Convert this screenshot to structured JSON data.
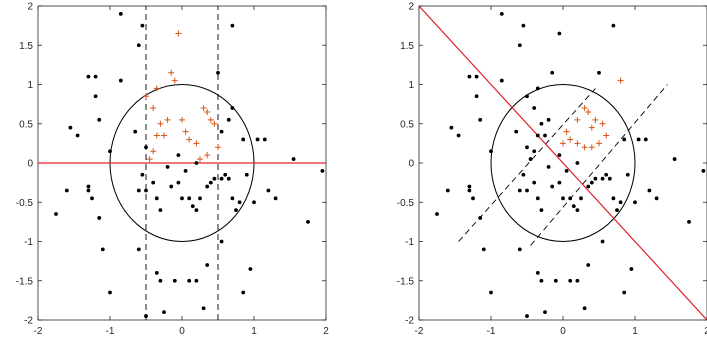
{
  "chart_data": [
    {
      "type": "scatter",
      "xlim": [
        -2,
        2
      ],
      "ylim": [
        -2,
        2
      ],
      "xticks": [
        -2,
        -1,
        0,
        1,
        2
      ],
      "yticks": [
        -2,
        -1.5,
        -1,
        -0.5,
        0,
        0.5,
        1,
        1.5,
        2
      ],
      "xtick_labels": [
        "-2",
        "-1",
        "0",
        "1",
        "2"
      ],
      "ytick_labels": [
        "-2",
        "-1.5",
        "-1",
        "-0.5",
        "0",
        "0.5",
        "1",
        "1.5",
        "2"
      ],
      "grid": false,
      "colors": {
        "points": "#000000",
        "plus": "#d9541a",
        "line": "#e0202a",
        "circle": "#000000",
        "dashed": "#000000"
      },
      "circle": {
        "center": [
          0,
          0
        ],
        "radius": 1
      },
      "solid_line": {
        "x": [
          -2,
          2
        ],
        "y": [
          0,
          0
        ]
      },
      "dashed_lines": [
        {
          "x": [
            -0.5,
            -0.5
          ],
          "y": [
            -2,
            2
          ]
        },
        {
          "x": [
            0.5,
            0.5
          ],
          "y": [
            -2,
            2
          ]
        }
      ],
      "series": [
        {
          "marker": "dot",
          "points": [
            [
              -0.85,
              1.9
            ],
            [
              -0.6,
              1.5
            ],
            [
              -0.55,
              1.75
            ],
            [
              0.5,
              1.15
            ],
            [
              0.7,
              1.75
            ],
            [
              -1.3,
              1.1
            ],
            [
              -1.2,
              1.1
            ],
            [
              -0.85,
              1.05
            ],
            [
              -1.15,
              0.55
            ],
            [
              -1.2,
              0.85
            ],
            [
              -1.55,
              0.45
            ],
            [
              -1.45,
              0.35
            ],
            [
              -1.6,
              -0.35
            ],
            [
              -1.75,
              -0.65
            ],
            [
              -1.3,
              -0.3
            ],
            [
              -1.3,
              -0.35
            ],
            [
              -1.25,
              -0.45
            ],
            [
              -1.15,
              -0.7
            ],
            [
              -1.1,
              -1.1
            ],
            [
              -1.0,
              0.15
            ],
            [
              -0.55,
              -0.15
            ],
            [
              -0.5,
              0.2
            ],
            [
              -0.65,
              0.4
            ],
            [
              -0.6,
              -0.35
            ],
            [
              -0.5,
              -0.35
            ],
            [
              -0.4,
              -0.25
            ],
            [
              -0.35,
              -0.45
            ],
            [
              -0.3,
              -0.6
            ],
            [
              -0.15,
              -0.3
            ],
            [
              -0.05,
              -0.25
            ],
            [
              0.0,
              -0.45
            ],
            [
              0.1,
              -0.45
            ],
            [
              0.15,
              -0.55
            ],
            [
              0.2,
              -0.6
            ],
            [
              0.25,
              -0.45
            ],
            [
              0.35,
              -0.3
            ],
            [
              0.4,
              -0.25
            ],
            [
              0.45,
              -0.2
            ],
            [
              0.55,
              -0.2
            ],
            [
              0.6,
              -0.15
            ],
            [
              0.65,
              -0.2
            ],
            [
              0.7,
              -0.45
            ],
            [
              0.75,
              -0.6
            ],
            [
              0.8,
              -0.5
            ],
            [
              0.55,
              0.4
            ],
            [
              0.65,
              0.55
            ],
            [
              0.7,
              0.7
            ],
            [
              0.85,
              0.3
            ],
            [
              0.9,
              -0.15
            ],
            [
              1.0,
              -0.5
            ],
            [
              1.05,
              0.3
            ],
            [
              1.15,
              0.3
            ],
            [
              1.2,
              -0.35
            ],
            [
              1.3,
              -0.45
            ],
            [
              1.55,
              0.05
            ],
            [
              1.95,
              -0.1
            ],
            [
              1.75,
              -0.75
            ],
            [
              0.35,
              -1.3
            ],
            [
              0.2,
              -1.5
            ],
            [
              -0.35,
              -1.4
            ],
            [
              -0.3,
              -1.5
            ],
            [
              -0.1,
              -1.5
            ],
            [
              0.1,
              -1.5
            ],
            [
              -0.25,
              -1.9
            ],
            [
              0.3,
              -1.85
            ],
            [
              0.85,
              -1.65
            ],
            [
              0.95,
              -1.35
            ],
            [
              -1.0,
              -1.65
            ],
            [
              -0.5,
              -1.95
            ],
            [
              -0.6,
              -1.1
            ],
            [
              0.55,
              -1.0
            ],
            [
              -0.2,
              -0.05
            ],
            [
              0.05,
              -0.1
            ],
            [
              -0.05,
              0.1
            ],
            [
              0.2,
              0.0
            ]
          ]
        },
        {
          "marker": "plus",
          "points": [
            [
              -0.05,
              1.65
            ],
            [
              -0.15,
              1.15
            ],
            [
              -0.1,
              1.05
            ],
            [
              -0.35,
              0.95
            ],
            [
              -0.5,
              0.85
            ],
            [
              -0.4,
              0.7
            ],
            [
              -0.3,
              0.5
            ],
            [
              -0.2,
              0.55
            ],
            [
              -0.25,
              0.35
            ],
            [
              -0.35,
              0.35
            ],
            [
              -0.4,
              0.15
            ],
            [
              -0.45,
              0.05
            ],
            [
              0.0,
              0.55
            ],
            [
              0.05,
              0.4
            ],
            [
              0.1,
              0.3
            ],
            [
              0.2,
              0.25
            ],
            [
              0.3,
              0.7
            ],
            [
              0.35,
              0.65
            ],
            [
              0.4,
              0.55
            ],
            [
              0.45,
              0.5
            ],
            [
              0.25,
              0.05
            ],
            [
              0.35,
              0.1
            ],
            [
              0.5,
              0.2
            ]
          ]
        }
      ]
    },
    {
      "type": "scatter",
      "xlim": [
        -2,
        2
      ],
      "ylim": [
        -2,
        2
      ],
      "xticks": [
        -2,
        -1,
        0,
        1,
        2
      ],
      "yticks": [
        -2,
        -1.5,
        -1,
        -0.5,
        0,
        0.5,
        1,
        1.5,
        2
      ],
      "xtick_labels": [
        "-2",
        "-1",
        "0",
        "1",
        "2"
      ],
      "ytick_labels": [
        "-2",
        "-1.5",
        "-1",
        "-0.5",
        "0",
        "0.5",
        "1",
        "1.5",
        "2"
      ],
      "grid": false,
      "colors": {
        "points": "#000000",
        "plus": "#d9541a",
        "line": "#e0202a",
        "circle": "#000000",
        "dashed": "#000000"
      },
      "circle": {
        "center": [
          0,
          0
        ],
        "radius": 1
      },
      "solid_line": {
        "x": [
          -2,
          2
        ],
        "y": [
          2,
          -2
        ]
      },
      "dashed_lines": [
        {
          "x": [
            -1.45,
            0.45
          ],
          "y": [
            -1.0,
            0.95
          ]
        },
        {
          "x": [
            -0.45,
            1.45
          ],
          "y": [
            -1.05,
            1.0
          ]
        }
      ],
      "series": [
        {
          "marker": "dot",
          "points": [
            [
              -0.85,
              1.9
            ],
            [
              -0.6,
              1.5
            ],
            [
              -0.55,
              1.75
            ],
            [
              0.5,
              1.15
            ],
            [
              0.7,
              1.75
            ],
            [
              -1.3,
              1.1
            ],
            [
              -1.2,
              1.1
            ],
            [
              -0.85,
              1.05
            ],
            [
              -1.15,
              0.55
            ],
            [
              -1.2,
              0.85
            ],
            [
              -1.55,
              0.45
            ],
            [
              -1.45,
              0.35
            ],
            [
              -1.6,
              -0.35
            ],
            [
              -1.75,
              -0.65
            ],
            [
              -1.3,
              -0.3
            ],
            [
              -1.3,
              -0.35
            ],
            [
              -1.25,
              -0.45
            ],
            [
              -1.15,
              -0.7
            ],
            [
              -1.1,
              -1.1
            ],
            [
              -1.0,
              0.15
            ],
            [
              -0.55,
              -0.15
            ],
            [
              -0.5,
              0.2
            ],
            [
              -0.65,
              0.4
            ],
            [
              -0.6,
              -0.35
            ],
            [
              -0.5,
              -0.35
            ],
            [
              -0.4,
              -0.25
            ],
            [
              -0.35,
              -0.45
            ],
            [
              -0.3,
              -0.6
            ],
            [
              -0.15,
              -0.3
            ],
            [
              -0.05,
              -0.25
            ],
            [
              0.0,
              -0.45
            ],
            [
              0.1,
              -0.45
            ],
            [
              0.15,
              -0.55
            ],
            [
              0.2,
              -0.6
            ],
            [
              0.25,
              -0.45
            ],
            [
              0.35,
              -0.3
            ],
            [
              0.4,
              -0.25
            ],
            [
              0.45,
              -0.2
            ],
            [
              0.55,
              -0.2
            ],
            [
              0.6,
              -0.15
            ],
            [
              0.65,
              -0.2
            ],
            [
              0.7,
              -0.45
            ],
            [
              0.75,
              -0.6
            ],
            [
              0.8,
              -0.5
            ],
            [
              0.85,
              0.3
            ],
            [
              0.9,
              -0.15
            ],
            [
              1.0,
              -0.5
            ],
            [
              1.05,
              0.3
            ],
            [
              1.15,
              0.3
            ],
            [
              1.2,
              -0.35
            ],
            [
              1.3,
              -0.45
            ],
            [
              1.55,
              0.05
            ],
            [
              1.95,
              -0.1
            ],
            [
              1.75,
              -0.75
            ],
            [
              0.35,
              -1.3
            ],
            [
              0.2,
              -1.5
            ],
            [
              -0.35,
              -1.4
            ],
            [
              -0.3,
              -1.5
            ],
            [
              -0.1,
              -1.5
            ],
            [
              0.1,
              -1.5
            ],
            [
              -0.25,
              -1.9
            ],
            [
              0.3,
              -1.85
            ],
            [
              0.85,
              -1.65
            ],
            [
              0.95,
              -1.35
            ],
            [
              -1.0,
              -1.65
            ],
            [
              -0.5,
              -1.95
            ],
            [
              -0.6,
              -1.1
            ],
            [
              0.55,
              -1.0
            ],
            [
              -0.5,
              0.85
            ],
            [
              -0.4,
              0.7
            ],
            [
              -0.35,
              0.35
            ],
            [
              -0.25,
              0.35
            ],
            [
              -0.3,
              0.5
            ],
            [
              -0.2,
              0.55
            ],
            [
              -0.4,
              0.15
            ],
            [
              -0.45,
              0.05
            ],
            [
              -0.15,
              1.15
            ],
            [
              -0.05,
              1.65
            ],
            [
              -0.35,
              0.95
            ],
            [
              -0.2,
              -0.05
            ],
            [
              0.05,
              -0.1
            ],
            [
              -0.05,
              0.1
            ],
            [
              0.2,
              0.0
            ]
          ]
        },
        {
          "marker": "plus",
          "points": [
            [
              0.8,
              1.05
            ],
            [
              0.3,
              0.7
            ],
            [
              0.35,
              0.65
            ],
            [
              0.45,
              0.55
            ],
            [
              0.55,
              0.5
            ],
            [
              0.2,
              0.55
            ],
            [
              0.05,
              0.4
            ],
            [
              0.1,
              0.3
            ],
            [
              0.2,
              0.25
            ],
            [
              0.4,
              0.45
            ],
            [
              0.3,
              0.2
            ],
            [
              0.4,
              0.2
            ],
            [
              0.5,
              0.25
            ],
            [
              0.6,
              0.35
            ],
            [
              0.0,
              0.25
            ]
          ]
        }
      ]
    }
  ]
}
